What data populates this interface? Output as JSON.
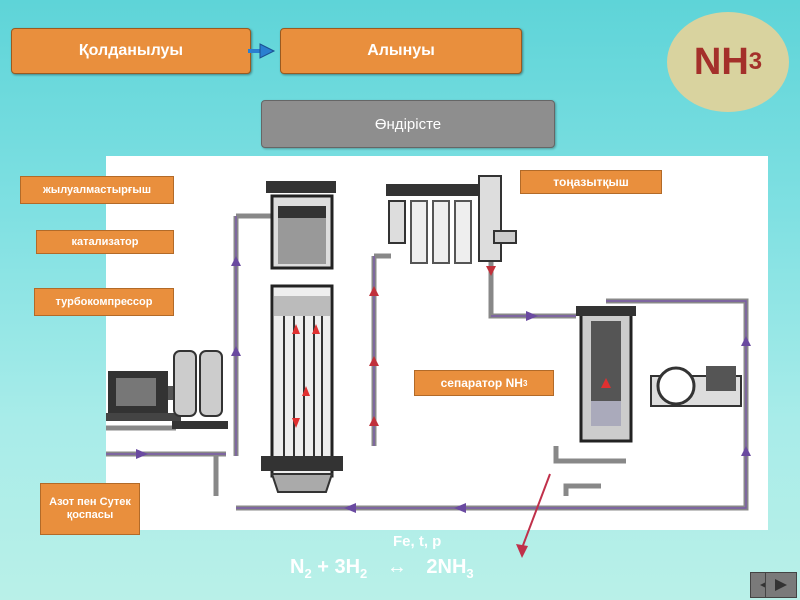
{
  "nav": {
    "qoldanyluy": "Қолданылуы",
    "alynuy": "Алынуы",
    "ondiriste": "Өндірісте"
  },
  "badge": {
    "text": "NH",
    "sub": "3"
  },
  "labels": {
    "heat_exchanger": "жылуалмастырғыш",
    "catalyst": "катализатор",
    "turbocompressor": "турбокомпрессор",
    "cooler": "тоңазытқыш",
    "separator": "сепаратор NH",
    "separator_sub": "3",
    "mixture": "Азот пен Сутек қоспасы"
  },
  "reaction": {
    "conditions": "Fe, t, p",
    "n2": "N",
    "n2_sub": "2",
    "plus": " + 3H",
    "h2_sub": "2",
    "arrow": "↔",
    "product": "2NH",
    "product_sub": "3"
  },
  "colors": {
    "accent": "#e98f3d",
    "gray": "#8e8e8e",
    "badge_bg": "#d9d39f",
    "badge_text": "#a4302a"
  }
}
